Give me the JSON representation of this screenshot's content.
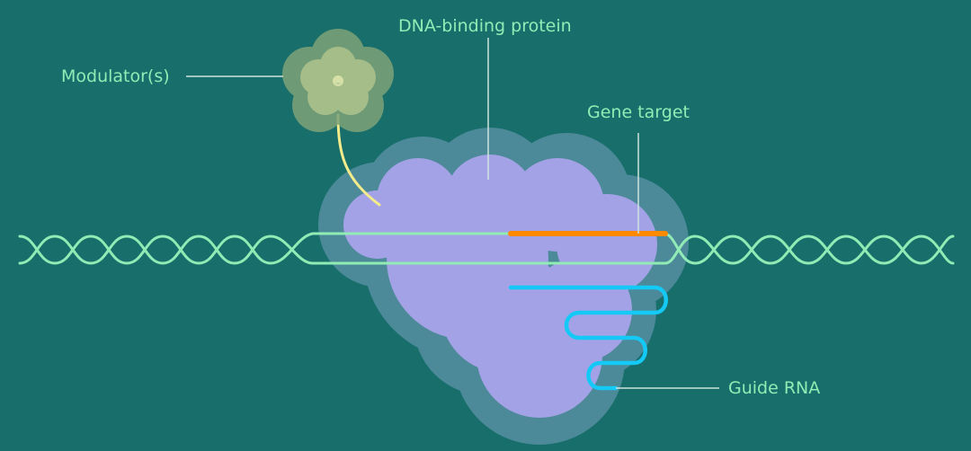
{
  "labels": {
    "modulators": "Modulator(s)",
    "dna_binding_protein": "DNA-binding protein",
    "gene_target": "Gene target",
    "guide_rna": "Guide RNA"
  },
  "colors": {
    "background": "#176e6b",
    "label_text": "#90ecb4",
    "leader_line": "#cfe3dd",
    "dna_strand": "#90ecb4",
    "protein": "#a3a2e6",
    "protein_halo": "#4d8a99",
    "gene_target": "#ff8a00",
    "guide_rna": "#14c9f5",
    "modulator_tether": "#f4eb8a",
    "modulator_petal": "#d3da9a",
    "modulator_halo": "#7ea278"
  }
}
